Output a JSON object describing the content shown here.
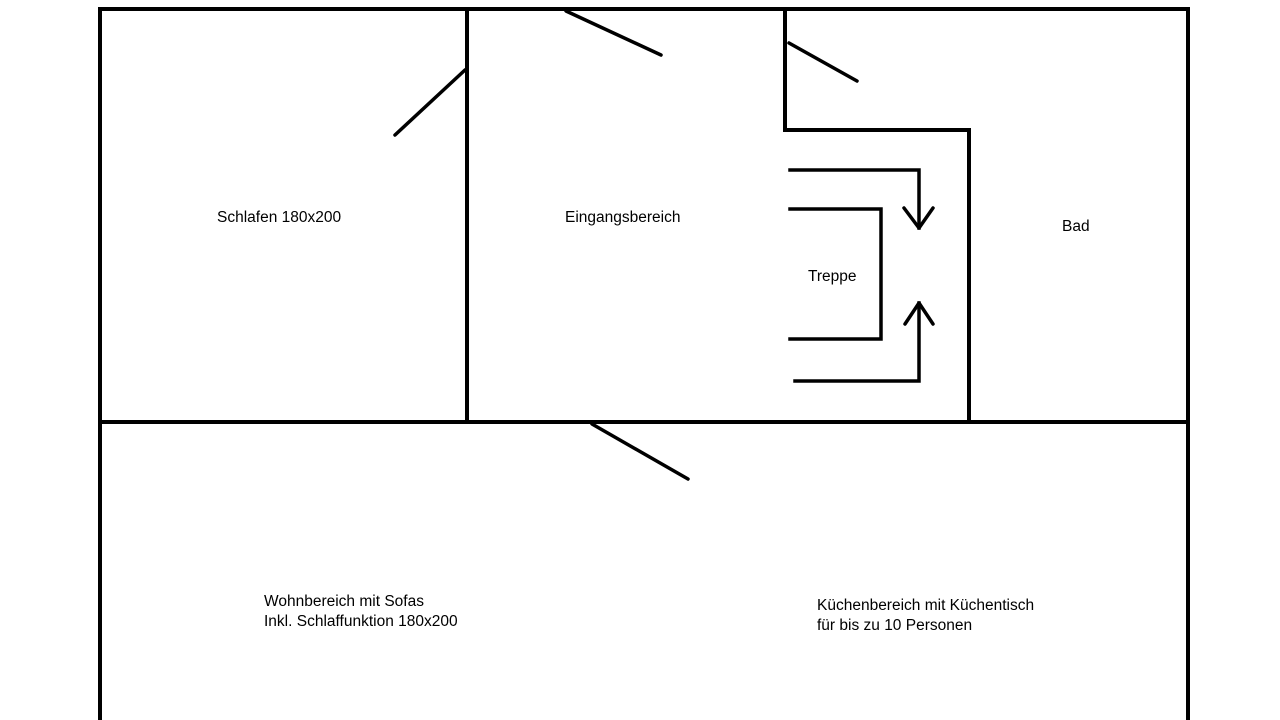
{
  "floorplan": {
    "rooms": {
      "schlafen": {
        "label": "Schlafen 180x200"
      },
      "eingang": {
        "label": "Eingangsbereich"
      },
      "treppe": {
        "label": "Treppe"
      },
      "bad": {
        "label": "Bad"
      },
      "wohnen": {
        "line1": "Wohnbereich mit Sofas",
        "line2": "Inkl. Schlaffunktion 180x200"
      },
      "kueche": {
        "line1": "Küchenbereich mit Küchentisch",
        "line2": "für bis zu 10 Personen"
      }
    },
    "colors": {
      "ink": "#000000",
      "background": "#ffffff"
    }
  }
}
